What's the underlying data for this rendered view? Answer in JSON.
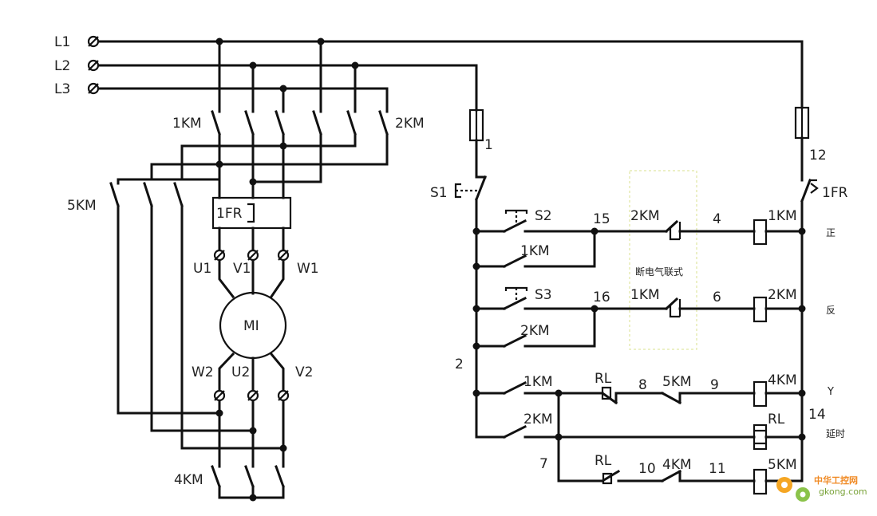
{
  "lines": [
    "L1",
    "L2",
    "L3"
  ],
  "power": {
    "contactor_1km": "1KM",
    "contactor_2km": "2KM",
    "contactor_5km": "5KM",
    "contactor_4km": "4KM",
    "overload": "1FR",
    "motor": "MI",
    "terminals_top": [
      "U1",
      "V1",
      "W1"
    ],
    "terminals_bottom": [
      "W2",
      "U2",
      "V2"
    ]
  },
  "control": {
    "fuse_left_node": "1",
    "fuse_right_node": "12",
    "stop_switch": "S1",
    "overload_contact": "1FR",
    "node_2": "2",
    "node_7": "7",
    "node_14": "14",
    "interlock_box_label": "断电气联式",
    "rows": [
      {
        "button": "S2",
        "hold": "1KM",
        "node_a": "15",
        "interlock": "2KM",
        "node_b": "4",
        "coil": "1KM",
        "note": "正"
      },
      {
        "button": "S3",
        "hold": "2KM",
        "node_a": "16",
        "interlock": "1KM",
        "node_b": "6",
        "coil": "2KM",
        "note": "反"
      },
      {
        "contact": "1KM",
        "relay": "RL",
        "node_a": "8",
        "interlock": "5KM",
        "node_b": "9",
        "coil": "4KM",
        "note": "Y"
      },
      {
        "contact": "2KM",
        "coil": "RL",
        "note": "延时"
      },
      {
        "relay": "RL",
        "node_a": "10",
        "interlock": "4KM",
        "node_b": "11",
        "coil": "5KM"
      }
    ]
  },
  "watermark": {
    "cn": "中华工控网",
    "url": "gkong.com"
  }
}
